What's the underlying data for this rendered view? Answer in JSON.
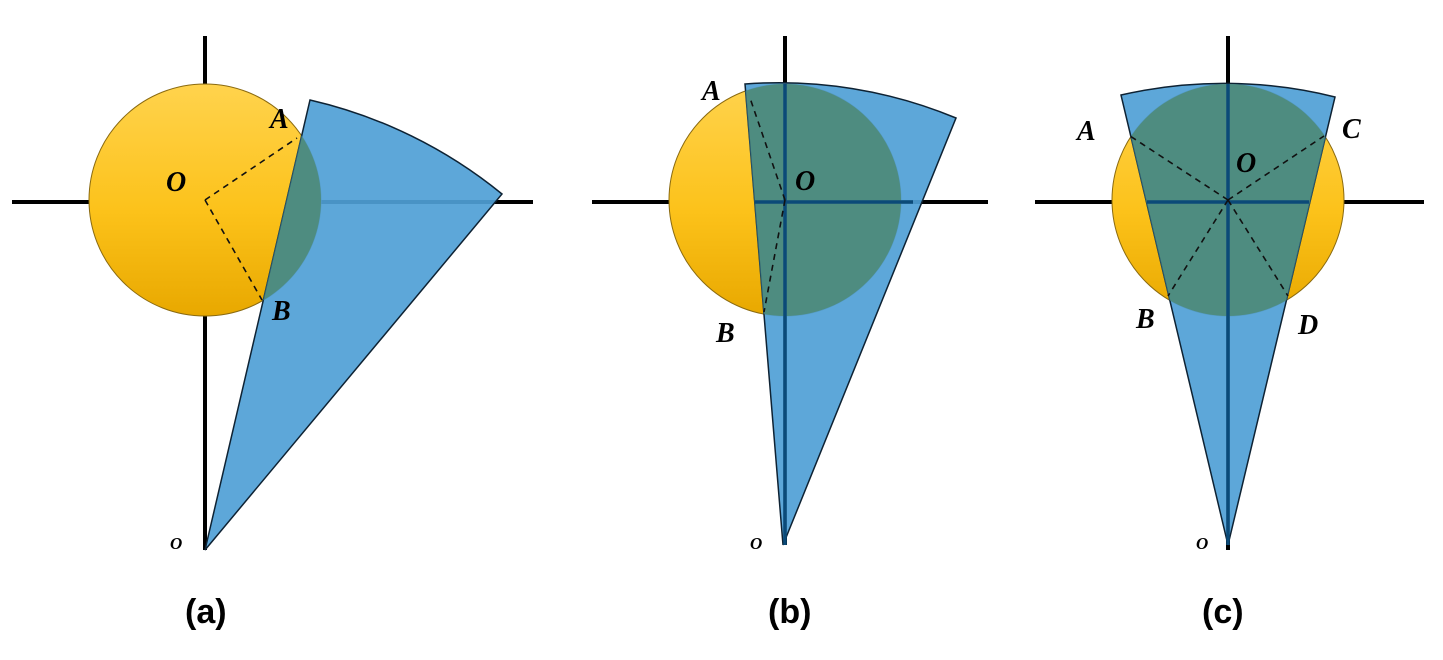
{
  "panels": [
    {
      "caption": "(a)",
      "points": {
        "A": "A",
        "B": "B",
        "O": "O",
        "origin": "O"
      }
    },
    {
      "caption": "(b)",
      "points": {
        "A": "A",
        "B": "B",
        "O": "O",
        "origin": "O"
      }
    },
    {
      "caption": "(c)",
      "points": {
        "A": "A",
        "B": "B",
        "C": "C",
        "D": "D",
        "O": "O",
        "origin": "O"
      }
    }
  ],
  "colors": {
    "circle_top": "#ffd34d",
    "circle_bottom": "#e8a800",
    "sector": "#4f9fd6",
    "overlap": "#4e8c80",
    "axes": "#000000"
  }
}
